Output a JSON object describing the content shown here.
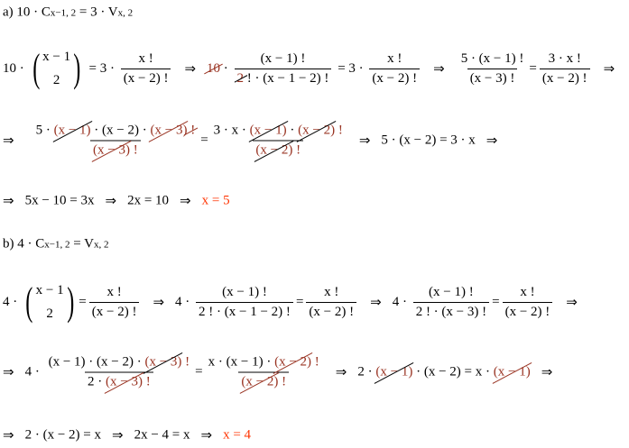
{
  "a": {
    "label": "a) 10 · C",
    "sub1": "x−1, 2",
    "mid": " = 3 · V",
    "sub2": "x, 2",
    "l1": {
      "t1": "10 · ",
      "bt": "x − 1",
      "bb": "2",
      "t2": " = 3 · ",
      "f1n": "x !",
      "f1d": "(x − 2) !",
      "arr": "⇒",
      "c10": "10",
      "dot": " · ",
      "f2n": "(x − 1) !",
      "c2": "2",
      "f2d": " ! · (x − 1 − 2) !",
      "t3": " = 3 · ",
      "f3n": "x !",
      "f3d": "(x − 2) !",
      "f4n": "5 · (x − 1) !",
      "f4d": "(x − 3) !",
      "eq": "=",
      "f5n": "3 · x !",
      "f5d": "(x − 2) !"
    },
    "l2": {
      "arr": "⇒",
      "n1a": "5 · ",
      "n1b": "(x − 1)",
      "n1c": " · (x − 2) · ",
      "n1d": "(x − 3)",
      "n1e": " !",
      "d1a": "(x − 3)",
      "d1b": " !",
      "eq": "=",
      "n2a": "3 · x · ",
      "n2b": "(x − 1)",
      "n2c": " · ",
      "n2d": "(x − 2)",
      "n2e": " !",
      "d2a": "(x − 2)",
      "d2b": " !",
      "t": "5 · (x − 2) = 3 · x"
    },
    "l3": {
      "arr": "⇒",
      "t1": "5x − 10 = 3x",
      "t2": "2x = 10",
      "ans": "x = 5"
    }
  },
  "b": {
    "label": "b) 4 · C",
    "sub1": "x−1, 2",
    "mid": " = V",
    "sub2": "x, 2",
    "l1": {
      "t1": "4 · ",
      "bt": "x − 1",
      "bb": "2",
      "eq": "=",
      "f1n": "x !",
      "f1d": "(x − 2) !",
      "arr": "⇒",
      "t2": "4 · ",
      "f2n": "(x − 1) !",
      "f2d": "2 ! · (x − 1 − 2) !",
      "f3n": "x !",
      "f3d": "(x − 2) !",
      "f4n": "(x − 1) !",
      "f4d": "2 ! · (x − 3) !",
      "f5n": "x !",
      "f5d": "(x − 2) !"
    },
    "l2": {
      "arr": "⇒",
      "t1": "4 · ",
      "n1a": "(x − 1) · (x − 2) · ",
      "n1b": "(x − 3)",
      "n1c": " !",
      "d1a": "2 · ",
      "d1b": "(x − 3)",
      "d1c": " !",
      "eq": "=",
      "n2a": "x · (x − 1) · ",
      "n2b": "(x − 2)",
      "n2c": " !",
      "d2a": "(x − 2)",
      "d2b": " !",
      "r1": "2 · ",
      "r2": "(x − 1)",
      "r3": " · (x − 2) = x · ",
      "r4": "(x − 1)"
    },
    "l3": {
      "arr": "⇒",
      "t1": "2 · (x − 2) = x",
      "t2": "2x − 4 = x",
      "ans": "x = 4"
    }
  }
}
